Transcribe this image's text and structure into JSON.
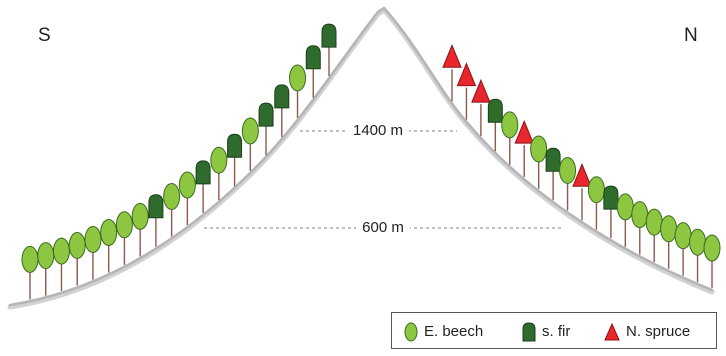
{
  "labels": {
    "south": "S",
    "north": "N",
    "altitude_high": "1400 m",
    "altitude_low": "600 m"
  },
  "legend": {
    "beech": {
      "label": "E. beech",
      "color": "#8dc640"
    },
    "fir": {
      "label": "s. fir",
      "color": "#2e6b2c"
    },
    "spruce": {
      "label": "N. spruce",
      "color": "#e8262c"
    }
  },
  "slopes": {
    "south": [
      "beech",
      "beech",
      "beech",
      "beech",
      "beech",
      "beech",
      "beech",
      "beech",
      "fir",
      "beech",
      "beech",
      "fir",
      "beech",
      "fir",
      "beech",
      "fir",
      "fir",
      "beech",
      "fir",
      "fir"
    ],
    "north": [
      "spruce",
      "spruce",
      "spruce",
      "fir",
      "beech",
      "spruce",
      "beech",
      "fir",
      "beech",
      "spruce",
      "beech",
      "fir",
      "beech",
      "beech",
      "beech",
      "beech",
      "beech",
      "beech",
      "beech"
    ]
  },
  "colors": {
    "mountain": "#b5b5b5",
    "trunk": "#8b5a4a",
    "dashed_line": "#999999"
  }
}
